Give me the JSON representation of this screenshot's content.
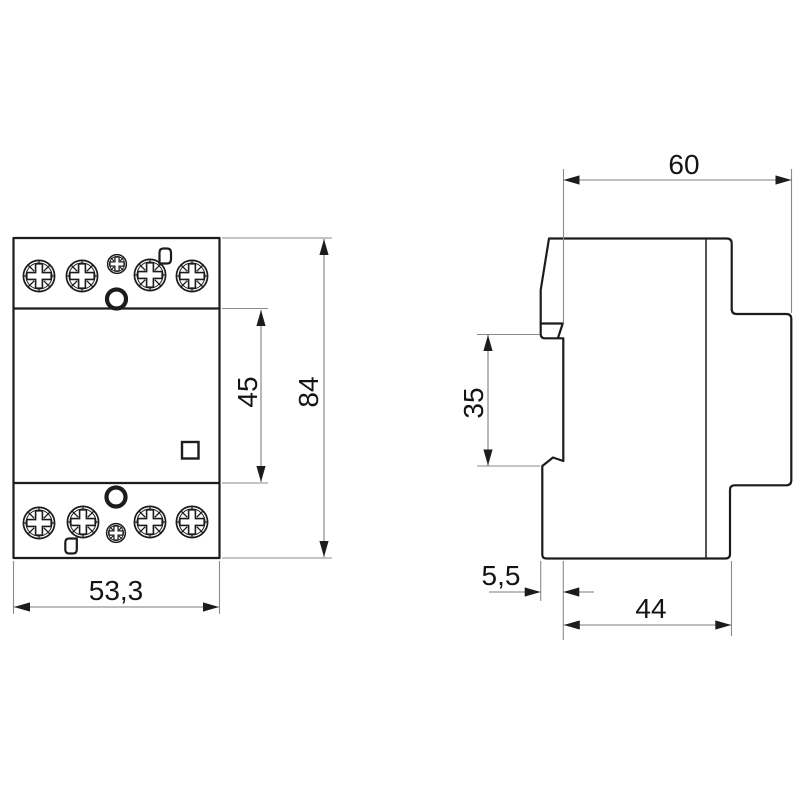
{
  "drawing": {
    "dimensions": {
      "front_width": "53,3",
      "front_height": "84",
      "pole_window_height": "45",
      "depth": "60",
      "din_rail_span": "35",
      "rail_offset": "5,5",
      "body_depth": "44"
    },
    "colors": {
      "outline": "#1c1c1c",
      "dimension_line": "#7d7d7d",
      "text": "#141414",
      "background": "#ffffff"
    }
  }
}
